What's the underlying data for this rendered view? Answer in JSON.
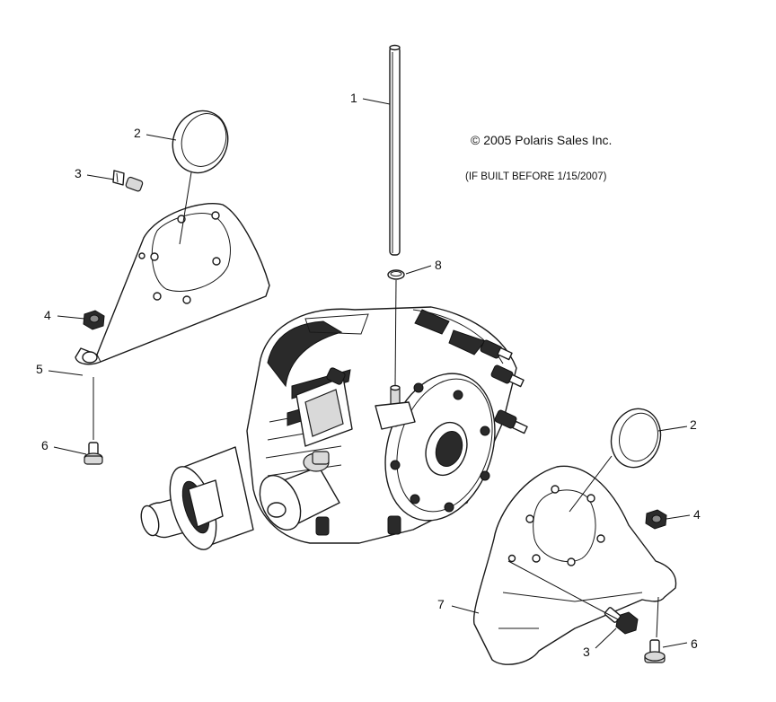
{
  "copyright": "© 2005 Polaris Sales Inc.",
  "build_note": "(IF BUILT BEFORE 1/15/2007)",
  "callouts": {
    "c1": "1",
    "c2a": "2",
    "c3a": "3",
    "c4a": "4",
    "c5": "5",
    "c6a": "6",
    "c8": "8",
    "c2b": "2",
    "c4b": "4",
    "c7": "7",
    "c3b": "3",
    "c6b": "6"
  }
}
